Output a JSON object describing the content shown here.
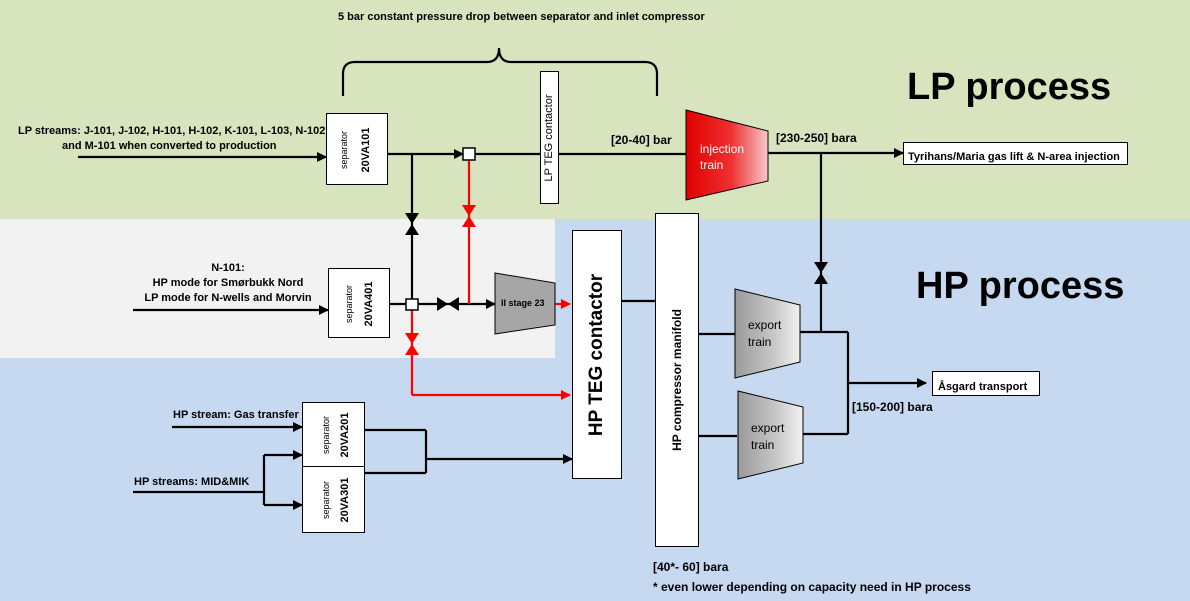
{
  "top_note": "5 bar constant pressure drop between separator and inlet compressor",
  "lp_title": "LP process",
  "hp_title": "HP process",
  "lp_streams_text": [
    "LP streams: J-101, J-102, H-101, H-102, K-101, L-103, N-102",
    "and M-101 when converted to production"
  ],
  "n101_text": [
    "N-101:",
    "HP mode for Smørbukk Nord",
    "LP mode for N-wells and Morvin"
  ],
  "hp_gas_transfer": "HP stream: Gas transfer",
  "hp_mid_mik": "HP streams: MID&MIK",
  "sep_20va101": {
    "type": "separator",
    "tag": "20VA101"
  },
  "sep_20va401": {
    "type": "separator",
    "tag": "20VA401"
  },
  "sep_20va201": {
    "type": "separator",
    "tag": "20VA201"
  },
  "sep_20va301": {
    "type": "separator",
    "tag": "20VA301"
  },
  "lp_teg_contactor": "LP TEG contactor",
  "hp_teg_contactor": "HP TEG contactor",
  "hp_compressor_manifold": "HP compressor manifold",
  "injection_train": [
    "injection",
    "train"
  ],
  "ii_stage": "II stage 23",
  "export_train_1": [
    "export",
    "train"
  ],
  "export_train_2": [
    "export",
    "train"
  ],
  "pressure_20_40": "[20-40] bar",
  "pressure_230_250": "[230-250] bara",
  "pressure_150_200": "[150-200] bara",
  "pressure_40_60": "[40*- 60] bara",
  "footnote": "* even lower depending on capacity need in HP process",
  "tyrihans_dest": "Tyrihans/Maria gas lift & N-area injection",
  "asgard_dest": "Åsgard transport",
  "colors": {
    "lp_area": "#d7e4bd",
    "hp_area": "#c6d9f1",
    "neutral_area": "#f2f2f2",
    "line": "#000000",
    "red_line": "#ff0000",
    "injection_red": "#e00000",
    "compressor_grey": "#a6a6a6"
  }
}
